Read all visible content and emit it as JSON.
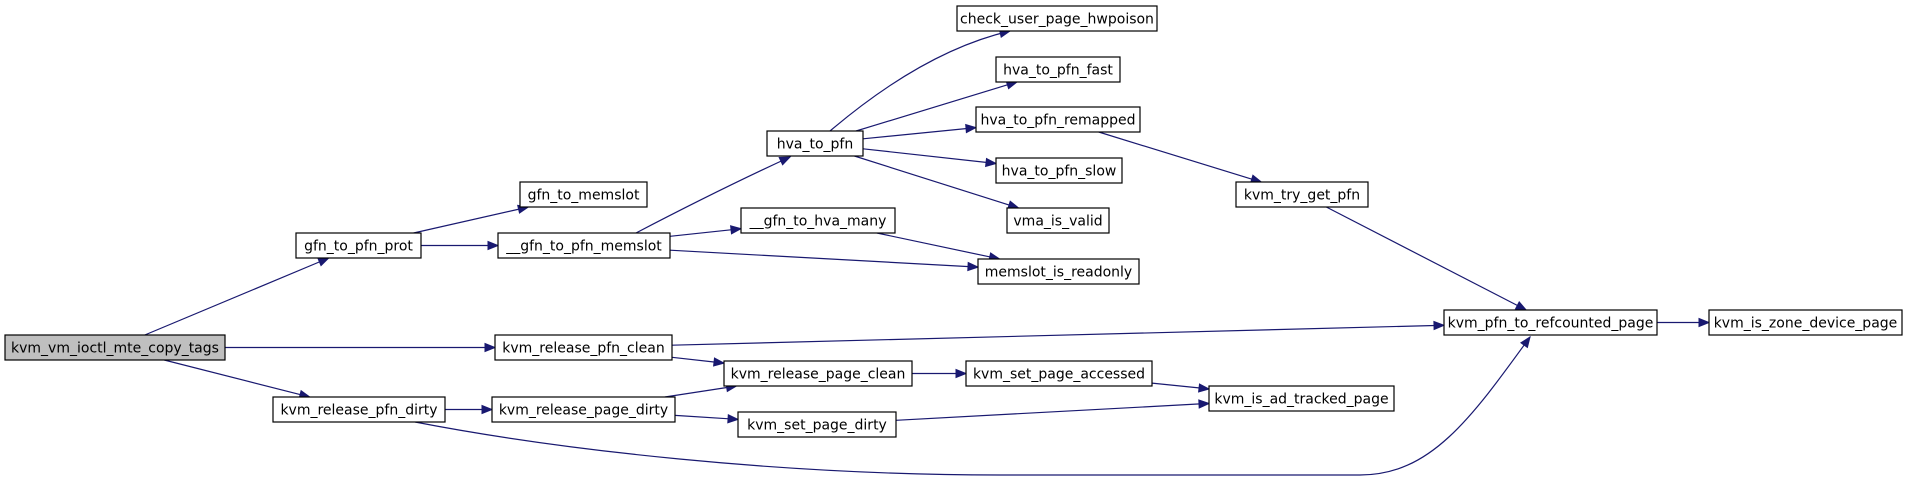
{
  "diagram": {
    "type": "call-graph",
    "colors": {
      "edge": "#191970",
      "root_fill": "#bfbfbf",
      "node_fill": "#ffffff",
      "node_border": "#000000"
    },
    "nodes": [
      {
        "id": "kvm_vm_ioctl_mte_copy_tags",
        "label": "kvm_vm_ioctl_mte_copy_tags",
        "root": true
      },
      {
        "id": "gfn_to_pfn_prot",
        "label": "gfn_to_pfn_prot"
      },
      {
        "id": "kvm_release_pfn_clean",
        "label": "kvm_release_pfn_clean"
      },
      {
        "id": "kvm_release_pfn_dirty",
        "label": "kvm_release_pfn_dirty"
      },
      {
        "id": "gfn_to_memslot",
        "label": "gfn_to_memslot"
      },
      {
        "id": "__gfn_to_pfn_memslot",
        "label": "__gfn_to_pfn_memslot"
      },
      {
        "id": "kvm_release_page_dirty",
        "label": "kvm_release_page_dirty"
      },
      {
        "id": "hva_to_pfn",
        "label": "hva_to_pfn"
      },
      {
        "id": "__gfn_to_hva_many",
        "label": "__gfn_to_hva_many"
      },
      {
        "id": "kvm_release_page_clean",
        "label": "kvm_release_page_clean"
      },
      {
        "id": "kvm_set_page_dirty",
        "label": "kvm_set_page_dirty"
      },
      {
        "id": "check_user_page_hwpoison",
        "label": "check_user_page_hwpoison"
      },
      {
        "id": "hva_to_pfn_fast",
        "label": "hva_to_pfn_fast"
      },
      {
        "id": "hva_to_pfn_remapped",
        "label": "hva_to_pfn_remapped"
      },
      {
        "id": "hva_to_pfn_slow",
        "label": "hva_to_pfn_slow"
      },
      {
        "id": "vma_is_valid",
        "label": "vma_is_valid"
      },
      {
        "id": "memslot_is_readonly",
        "label": "memslot_is_readonly"
      },
      {
        "id": "kvm_set_page_accessed",
        "label": "kvm_set_page_accessed"
      },
      {
        "id": "kvm_try_get_pfn",
        "label": "kvm_try_get_pfn"
      },
      {
        "id": "kvm_is_ad_tracked_page",
        "label": "kvm_is_ad_tracked_page"
      },
      {
        "id": "kvm_pfn_to_refcounted_page",
        "label": "kvm_pfn_to_refcounted_page"
      },
      {
        "id": "kvm_is_zone_device_page",
        "label": "kvm_is_zone_device_page"
      }
    ],
    "edges": [
      [
        "kvm_vm_ioctl_mte_copy_tags",
        "gfn_to_pfn_prot"
      ],
      [
        "kvm_vm_ioctl_mte_copy_tags",
        "kvm_release_pfn_clean"
      ],
      [
        "kvm_vm_ioctl_mte_copy_tags",
        "kvm_release_pfn_dirty"
      ],
      [
        "gfn_to_pfn_prot",
        "gfn_to_memslot"
      ],
      [
        "gfn_to_pfn_prot",
        "__gfn_to_pfn_memslot"
      ],
      [
        "__gfn_to_pfn_memslot",
        "hva_to_pfn"
      ],
      [
        "__gfn_to_pfn_memslot",
        "__gfn_to_hva_many"
      ],
      [
        "__gfn_to_pfn_memslot",
        "memslot_is_readonly"
      ],
      [
        "__gfn_to_hva_many",
        "memslot_is_readonly"
      ],
      [
        "hva_to_pfn",
        "check_user_page_hwpoison"
      ],
      [
        "hva_to_pfn",
        "hva_to_pfn_fast"
      ],
      [
        "hva_to_pfn",
        "hva_to_pfn_remapped"
      ],
      [
        "hva_to_pfn",
        "hva_to_pfn_slow"
      ],
      [
        "hva_to_pfn",
        "vma_is_valid"
      ],
      [
        "hva_to_pfn_remapped",
        "kvm_try_get_pfn"
      ],
      [
        "kvm_try_get_pfn",
        "kvm_pfn_to_refcounted_page"
      ],
      [
        "kvm_release_pfn_clean",
        "kvm_pfn_to_refcounted_page"
      ],
      [
        "kvm_release_pfn_clean",
        "kvm_release_page_clean"
      ],
      [
        "kvm_release_pfn_dirty",
        "kvm_release_page_dirty"
      ],
      [
        "kvm_release_pfn_dirty",
        "kvm_pfn_to_refcounted_page"
      ],
      [
        "kvm_release_page_dirty",
        "kvm_release_page_clean"
      ],
      [
        "kvm_release_page_dirty",
        "kvm_set_page_dirty"
      ],
      [
        "kvm_release_page_clean",
        "kvm_set_page_accessed"
      ],
      [
        "kvm_set_page_accessed",
        "kvm_is_ad_tracked_page"
      ],
      [
        "kvm_set_page_dirty",
        "kvm_is_ad_tracked_page"
      ],
      [
        "kvm_pfn_to_refcounted_page",
        "kvm_is_zone_device_page"
      ]
    ]
  }
}
